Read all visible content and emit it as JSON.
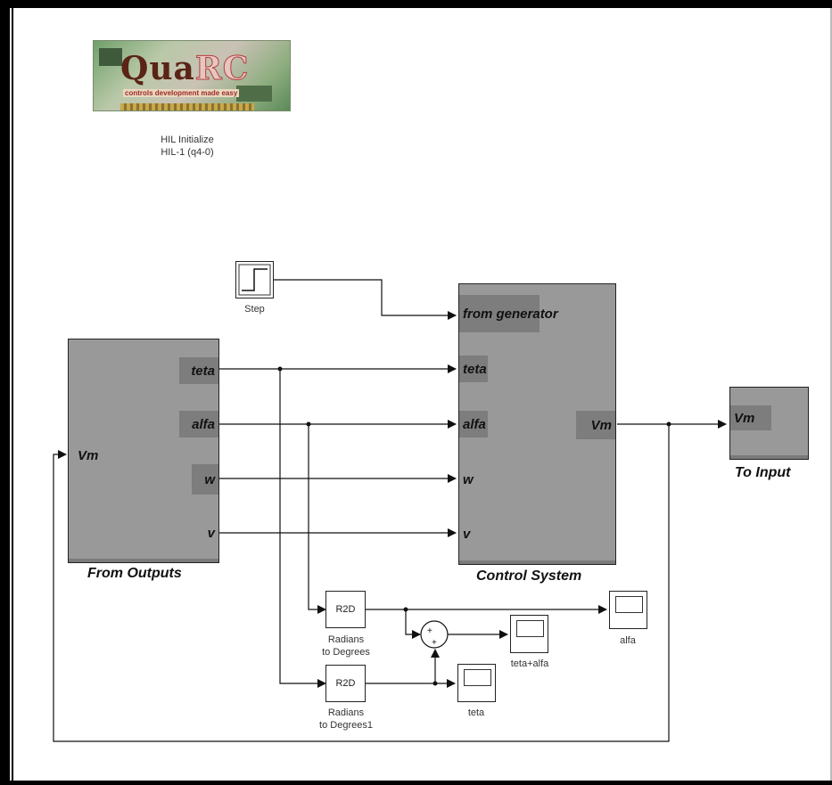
{
  "logo": {
    "word_primary": "Qua",
    "word_secondary": "RC",
    "tagline": "controls development made easy"
  },
  "hil_block": {
    "name_line1": "HIL Initialize",
    "name_line2": "HIL-1 (q4-0)"
  },
  "step_block": {
    "name": "Step"
  },
  "from_outputs": {
    "name": "From Outputs",
    "in_port": "Vm",
    "out_ports": [
      "teta",
      "alfa",
      "w",
      "v"
    ]
  },
  "control_system": {
    "name": "Control System",
    "in_ports": [
      "from generator",
      "teta",
      "alfa",
      "w",
      "v"
    ],
    "out_port": "Vm"
  },
  "to_input": {
    "name": "To Input",
    "in_port": "Vm"
  },
  "r2d_top": {
    "label": "R2D",
    "name_line1": "Radians",
    "name_line2": "to Degrees"
  },
  "r2d_bottom": {
    "label": "R2D",
    "name_line1": "Radians",
    "name_line2": "to Degrees1"
  },
  "sum_block": {
    "signs": "+ +"
  },
  "scopes": {
    "alfa": "alfa",
    "teta_alfa": "teta+alfa",
    "teta": "teta"
  }
}
